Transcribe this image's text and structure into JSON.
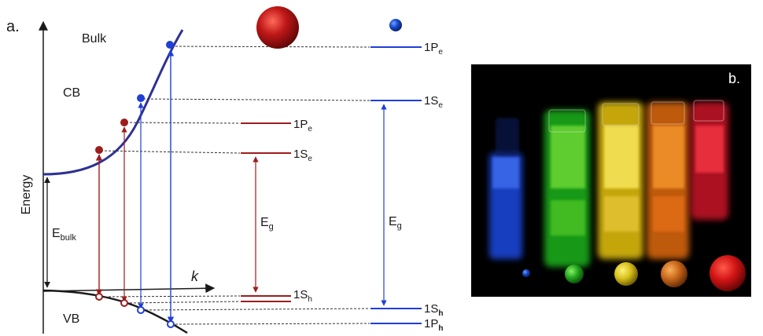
{
  "panel_a": {
    "label": "a.",
    "bulk_label": "Bulk",
    "cb_label": "CB",
    "vb_label": "VB",
    "energy_label": "Energy",
    "k_label": "k",
    "ebulk": {
      "main": "E",
      "sub": "bulk"
    },
    "eg_small": {
      "main": "E",
      "sub": "g"
    },
    "eg_large": {
      "main": "E",
      "sub": "g"
    },
    "small_dot_levels": {
      "p_e": {
        "main": "1P",
        "sub": "e"
      },
      "s_e": {
        "main": "1S",
        "sub": "e"
      },
      "s_h": {
        "main": "1S",
        "sub": "h"
      },
      "p_h": {
        "main": "1P",
        "sub": "h"
      }
    },
    "large_dot_levels": {
      "p_e": {
        "main": "1P",
        "sub": "e"
      },
      "s_e": {
        "main": "1S",
        "sub": "e"
      },
      "s_h": {
        "main": "1S",
        "sub": "h"
      }
    }
  },
  "panel_b": {
    "label": "b.",
    "vials": [
      "blue",
      "green",
      "yellow",
      "orange",
      "red"
    ]
  },
  "colors": {
    "band": "#2e3192",
    "large_dot_red": "#9e1c1c",
    "small_dot_blue": "#1f3fd6",
    "photo_bg": "#000000"
  }
}
